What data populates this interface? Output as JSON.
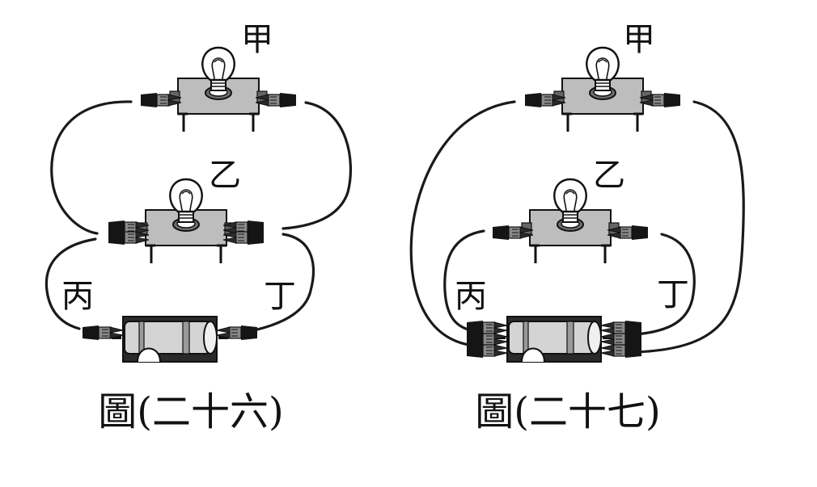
{
  "figures": [
    {
      "caption": "圖(二十六)",
      "labels": {
        "bulb_a": "甲",
        "bulb_b": "乙",
        "clip_c": "丙",
        "clip_d": "丁"
      }
    },
    {
      "caption": "圖(二十七)",
      "labels": {
        "bulb_a": "甲",
        "bulb_b": "乙",
        "clip_c": "丙",
        "clip_d": "丁"
      }
    }
  ],
  "colors": {
    "ink": "#1a1a1a",
    "base": "#bdbdbd",
    "battery_body": "#d4d4d4"
  }
}
